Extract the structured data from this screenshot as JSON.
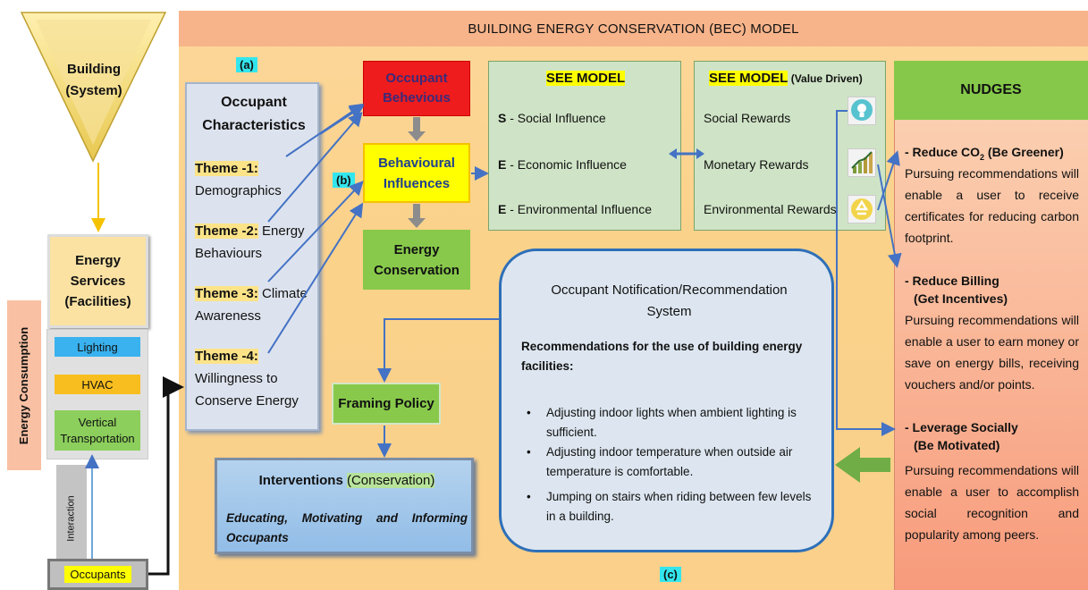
{
  "header": "BUILDING ENERGY CONSERVATION (BEC) MODEL",
  "building": {
    "title": "Building",
    "subtitle": "(System)"
  },
  "energy_services": {
    "line1": "Energy",
    "line2": "Services",
    "line3": "(Facilities)"
  },
  "energy_consumption": "Energy Consumption",
  "facilities": {
    "lighting": "Lighting",
    "hvac": "HVAC",
    "vertical1": "Vertical",
    "vertical2": "Transportation"
  },
  "interaction": "Interaction",
  "occupants": "Occupants",
  "labels": {
    "a": "(a)",
    "b": "(b)",
    "c": "(c)"
  },
  "occupant_characteristics": {
    "title1": "Occupant",
    "title2": "Characteristics",
    "themes": [
      {
        "head": "Theme -1:",
        "rest": "",
        "line2": "Demographics"
      },
      {
        "head": "Theme -2:",
        "rest": " Energy",
        "line2": "Behaviours"
      },
      {
        "head": "Theme -3:",
        "rest": " Climate",
        "line2": "Awareness"
      },
      {
        "head": "Theme -4:",
        "rest": "",
        "line2": "Willingness to",
        "line3": "Conserve Energy"
      }
    ]
  },
  "occupant_behaviours": {
    "line1": "Occupant",
    "line2": "Behevious"
  },
  "behavioural_influences": {
    "line1": "Behavioural",
    "line2": "Influences"
  },
  "energy_conservation": {
    "line1": "Energy",
    "line2": "Conservation"
  },
  "see_model": {
    "title": "SEE MODEL",
    "items": [
      {
        "letter": "S",
        "text": " - Social Influence"
      },
      {
        "letter": "E",
        "text": " - Economic Influence"
      },
      {
        "letter": "E",
        "text": " - Environmental Influence"
      }
    ]
  },
  "see_model_value": {
    "title": "SEE MODEL",
    "suffix": " (Value Driven)",
    "items": [
      "Social Rewards",
      "Monetary Rewards",
      "Environmental Rewards"
    ],
    "icons": [
      "lightbulb-icon",
      "growth-chart-icon",
      "recycle-icon"
    ]
  },
  "nudges": {
    "title": "NUDGES",
    "items": [
      {
        "head": "- Reduce CO",
        "sub": "2",
        "head2": " (Be Greener)",
        "text": "Pursuing recommendations will enable a user to receive certificates for reducing carbon footprint."
      },
      {
        "head": "- Reduce Billing",
        "head2": "(Get Incentives)",
        "text": "Pursuing recommendations will enable a user to earn money or save on energy bills, receiving vouchers and/or points."
      },
      {
        "head": "- Leverage Socially",
        "head2": "(Be Motivated)",
        "text": "Pursuing recommendations will enable a user to accomplish social recognition and popularity among peers."
      }
    ]
  },
  "notification": {
    "title1": "Occupant Notification/Recommendation",
    "title2": "System",
    "sub": "Recommendations for the use of building energy facilities:",
    "items": [
      "Adjusting indoor lights when ambient lighting is sufficient.",
      "Adjusting indoor temperature when outside air temperature is comfortable.",
      "Jumping on stairs when riding between few levels in a building."
    ]
  },
  "framing_policy": "Framing Policy",
  "interventions": {
    "title": "Interventions ",
    "highlight": "(Conservation)",
    "text": "Educating, Motivating and Informing Occupants"
  },
  "colors": {
    "header": "#f7b48b",
    "panel": "#fbd28a",
    "arrow_blue": "#4472c4",
    "arrow_gray": "#8c8c8c",
    "arrow_green": "#70ad47"
  }
}
